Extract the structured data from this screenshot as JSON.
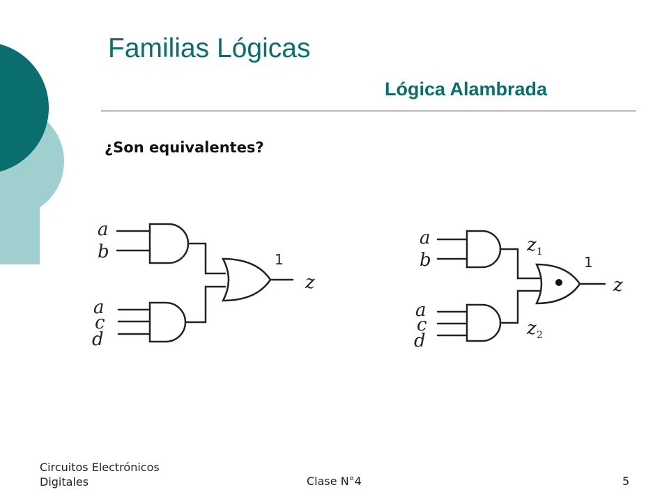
{
  "slide": {
    "title": "Familias Lógicas",
    "subtitle": "Lógica Alambrada",
    "question": "¿Son equivalentes?"
  },
  "circuit_left": {
    "inputs_top": [
      "a",
      "b"
    ],
    "inputs_bottom": [
      "a",
      "c",
      "d"
    ],
    "output": "z",
    "gate_mark": "1"
  },
  "circuit_right": {
    "inputs_top": [
      "a",
      "b"
    ],
    "inputs_bottom": [
      "a",
      "c",
      "d"
    ],
    "intermediate_1": "z",
    "intermediate_1_sub": "1",
    "intermediate_2": "z",
    "intermediate_2_sub": "2",
    "output": "z",
    "gate_mark": "1"
  },
  "footer": {
    "course_line1": "Circuitos Electrónicos",
    "course_line2": "Digitales",
    "class": "Clase N°4",
    "page": "5"
  },
  "colors": {
    "accent_dark": "#0b6e6e",
    "accent_light": "#9fcfcf"
  }
}
